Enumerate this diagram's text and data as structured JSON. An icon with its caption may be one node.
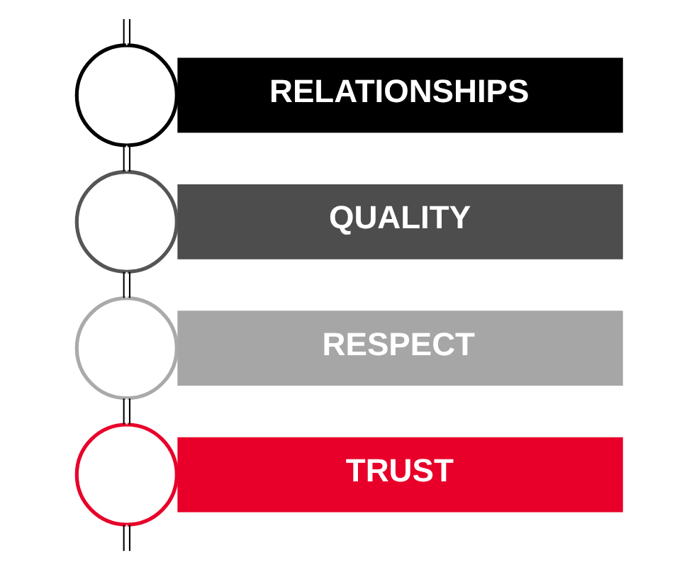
{
  "diagram": {
    "nodes": [
      {
        "text": [],
        "shape": "circle"
      },
      {
        "text": [
          "RELATIONSHIPS"
        ]
      },
      {
        "text": [],
        "shape": "circle"
      },
      {
        "text": [
          "QUALITY"
        ]
      },
      {
        "text": [],
        "shape": "circle"
      },
      {
        "text": [
          "RESPECT"
        ]
      },
      {
        "text": [],
        "shape": "circle"
      },
      {
        "text": [
          "TRUST"
        ]
      }
    ],
    "edges": [
      {
        "from": null,
        "to": 0,
        "arrow": "none"
      },
      {
        "from": 0,
        "to": 2,
        "arrow": "none"
      },
      {
        "from": 2,
        "to": 4,
        "arrow": "none"
      },
      {
        "from": 4,
        "to": 6,
        "arrow": "none"
      },
      {
        "from": 6,
        "to": null,
        "arrow": "none"
      }
    ]
  }
}
